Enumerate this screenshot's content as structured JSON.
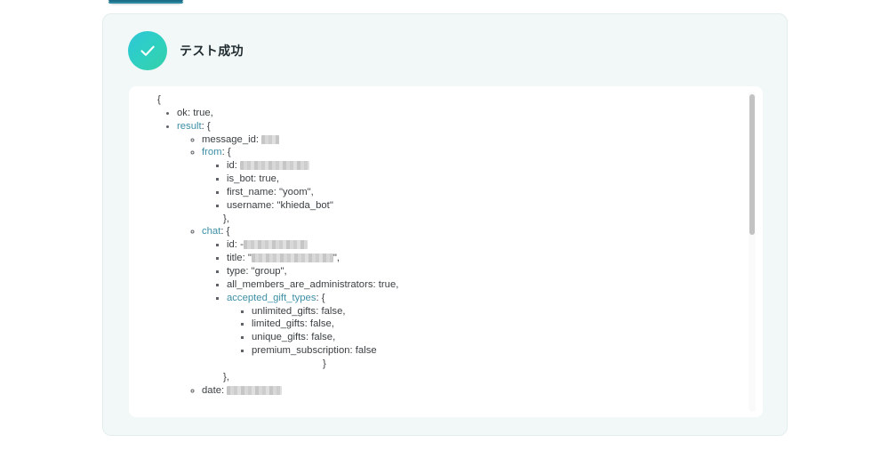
{
  "toolbar": {
    "primary_button_label": ""
  },
  "card": {
    "status_icon": "check-circle-icon",
    "title": "テスト成功",
    "accent_color": "#2ecfc4",
    "key_color": "#3d8fa5",
    "text_color": "#3c4043",
    "card_background": "#f2f8f8",
    "panel_background": "#ffffff"
  },
  "scrollbar": {
    "visible": true,
    "thumb_color": "#c2c2c2",
    "track_color": "#fafafa"
  },
  "json_result": {
    "open_brace": "{",
    "lines": [
      {
        "indent": 1,
        "key": "ok",
        "key_type": "plain",
        "value": "true,"
      },
      {
        "indent": 1,
        "key": "result",
        "key_type": "object",
        "value": "{"
      },
      {
        "indent": 2,
        "key": "message_id",
        "key_type": "plain",
        "value": "",
        "redacted": "sm"
      },
      {
        "indent": 2,
        "key": "from",
        "key_type": "object",
        "value": "{"
      },
      {
        "indent": 3,
        "key": "id",
        "key_type": "plain",
        "value": "",
        "redacted": "lg"
      },
      {
        "indent": 3,
        "key": "is_bot",
        "key_type": "plain",
        "value": "true,"
      },
      {
        "indent": 3,
        "key": "first_name",
        "key_type": "plain",
        "value": "\"yoom\","
      },
      {
        "indent": 3,
        "key": "username",
        "key_type": "plain",
        "value": "\"khieda_bot\""
      },
      {
        "indent": 2,
        "brace": "},"
      },
      {
        "indent": 2,
        "key": "chat",
        "key_type": "object",
        "value": "{"
      },
      {
        "indent": 3,
        "key": "id",
        "key_type": "plain",
        "value": "-",
        "redacted": "md"
      },
      {
        "indent": 3,
        "key": "title",
        "key_type": "plain",
        "value": "\"",
        "redacted": "title",
        "suffix": "\","
      },
      {
        "indent": 3,
        "key": "type",
        "key_type": "plain",
        "value": "\"group\","
      },
      {
        "indent": 3,
        "key": "all_members_are_administrators",
        "key_type": "plain",
        "value": "true,"
      },
      {
        "indent": 3,
        "key": "accepted_gift_types",
        "key_type": "object",
        "value": "{"
      },
      {
        "indent": 4,
        "key": "unlimited_gifts",
        "key_type": "plain",
        "value": "false,"
      },
      {
        "indent": 4,
        "key": "limited_gifts",
        "key_type": "plain",
        "value": "false,"
      },
      {
        "indent": 4,
        "key": "unique_gifts",
        "key_type": "plain",
        "value": "false,"
      },
      {
        "indent": 4,
        "key": "premium_subscription",
        "key_type": "plain",
        "value": "false"
      },
      {
        "indent": 3,
        "brace": "}"
      },
      {
        "indent": 2,
        "brace": "},"
      },
      {
        "indent": 2,
        "key": "date",
        "key_type": "plain",
        "value": "",
        "redacted": "date"
      }
    ]
  }
}
